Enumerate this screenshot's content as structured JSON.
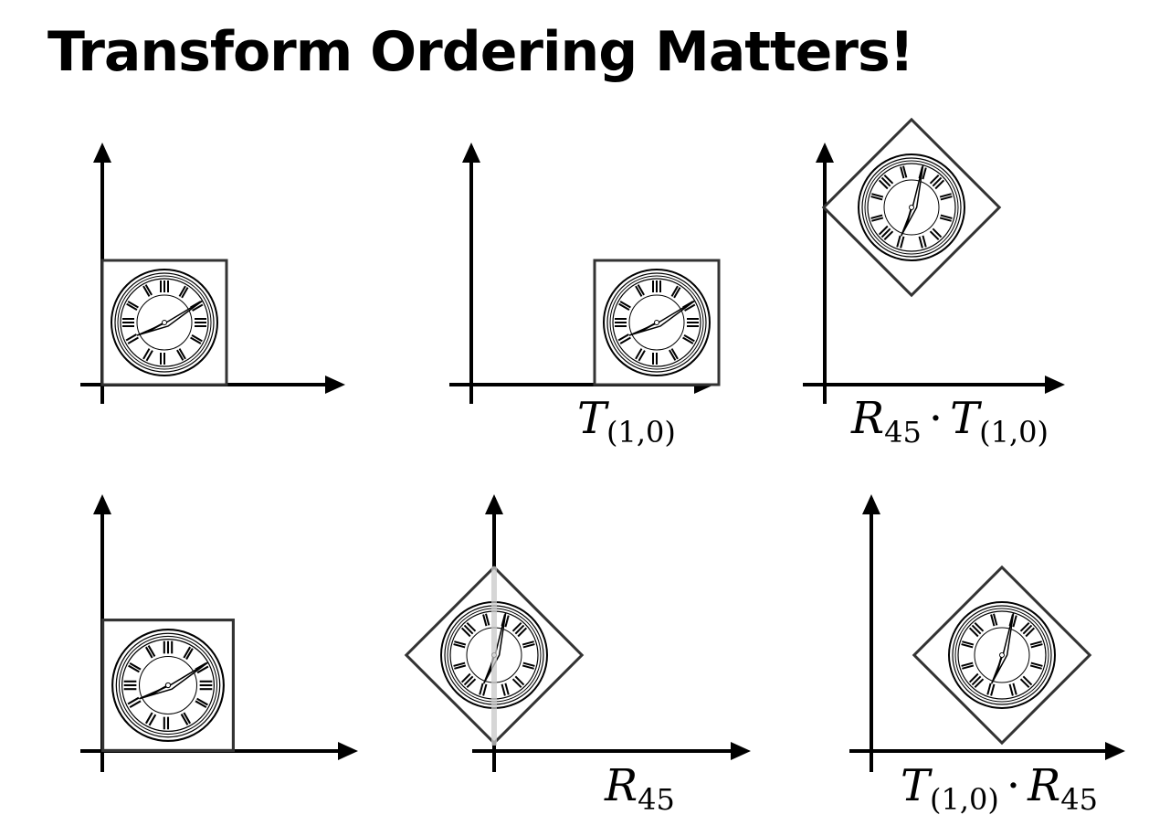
{
  "title": "Transform Ordering Matters!",
  "colors": {
    "ink": "#000000",
    "frame": "#333333",
    "guide": "#c8c8c8"
  },
  "labels": {
    "t10": {
      "base": "T",
      "sub": "(1,0)"
    },
    "r45_t10": {
      "r": "R",
      "r_sub": "45",
      "dot": "·",
      "t": "T",
      "t_sub": "(1,0)"
    },
    "r45": {
      "base": "R",
      "sub": "45"
    },
    "t10_r45": {
      "t": "T",
      "t_sub": "(1,0)",
      "dot": "·",
      "r": "R",
      "r_sub": "45"
    }
  },
  "panels": [
    {
      "id": "row1-identity",
      "transform": "identity"
    },
    {
      "id": "row1-translate",
      "transform": "T(1,0)"
    },
    {
      "id": "row1-rotate-after-translate",
      "transform": "R45 · T(1,0)"
    },
    {
      "id": "row2-identity",
      "transform": "identity"
    },
    {
      "id": "row2-rotate",
      "transform": "R45"
    },
    {
      "id": "row2-translate-after-rotate",
      "transform": "T(1,0) · R45"
    }
  ]
}
